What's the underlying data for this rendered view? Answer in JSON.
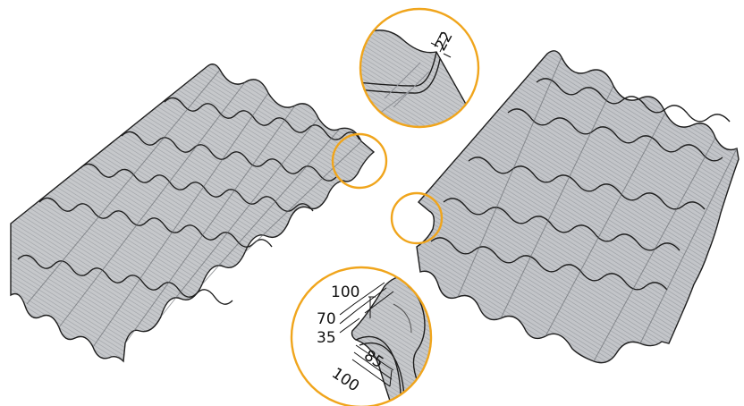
{
  "dimensions": {
    "top_detail": {
      "thickness": "22"
    },
    "bottom_detail": {
      "width": "100",
      "height_70": "70",
      "height_35": "35",
      "depth_85": "85",
      "depth_100": "100"
    }
  },
  "colors": {
    "sheet_fill": "#c9cbce",
    "sheet_shade": "#a9acb0",
    "sheet_line": "#1f1f1f",
    "callout_ring": "#f0a51c"
  },
  "icons": [
    "roof-tile-sheet",
    "magnifier-callout"
  ]
}
